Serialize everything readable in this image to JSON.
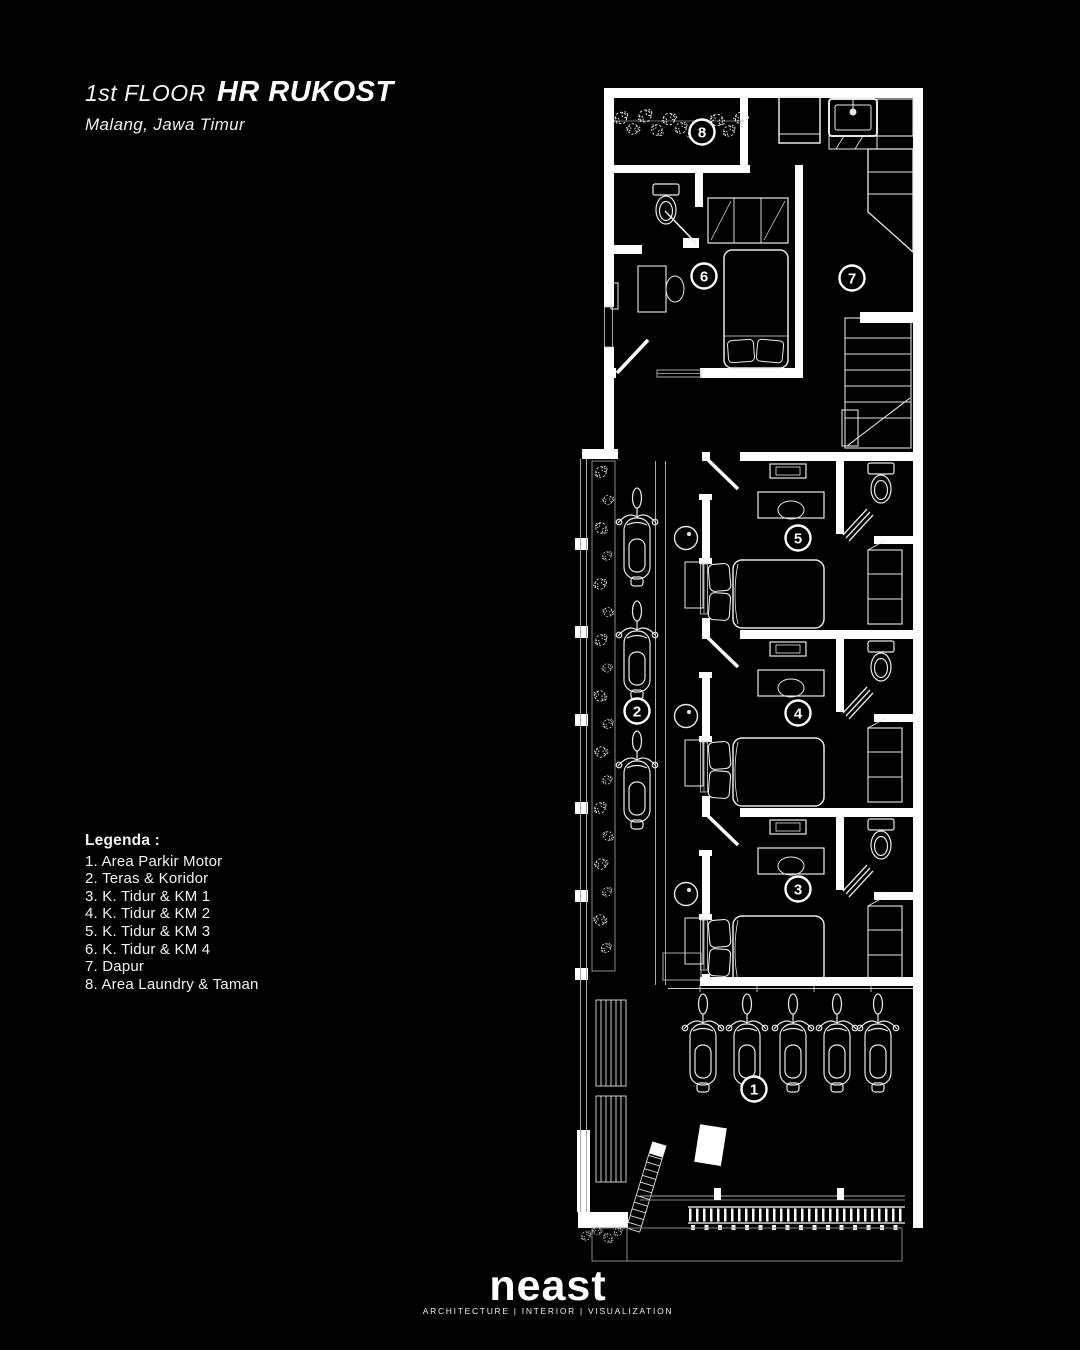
{
  "title": {
    "floor_label": "1st FLOOR",
    "project_name": "HR RUKOST",
    "location": "Malang, Jawa Timur"
  },
  "legend": {
    "heading": "Legenda :",
    "items": [
      "1. Area Parkir Motor",
      "2. Teras & Koridor",
      "3. K. Tidur & KM 1",
      "4. K. Tidur & KM 2",
      "5. K. Tidur & KM 3",
      "6. K. Tidur & KM 4",
      "7. Dapur",
      "8. Area Laundry & Taman"
    ]
  },
  "plan": {
    "markers": [
      "1",
      "2",
      "3",
      "4",
      "5",
      "6",
      "7",
      "8"
    ]
  },
  "logo": {
    "name": "neast",
    "tagline": "ARCHITECTURE | INTERIOR | VISUALIZATION"
  },
  "colors": {
    "background": "#000000",
    "line": "#ffffff"
  }
}
